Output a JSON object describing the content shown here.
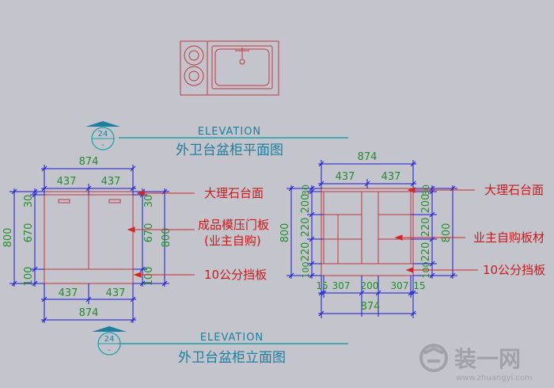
{
  "colors": {
    "background": "#c4c4cc",
    "dimension": "#1a1ad8",
    "dimension_text": "#1f8f2a",
    "object_line": "#c0393b",
    "annotation": "#cc1a1a",
    "leader": "#d02828",
    "title": "#1d7f9e",
    "title_line": "#1aa0a8",
    "watermark": "#9c9ca6"
  },
  "titles": {
    "plan": {
      "elevation_label": "ELEVATION",
      "title": "外卫台盆柜平面图",
      "symbol_number": "24",
      "symbol_sub": "-"
    },
    "elevation": {
      "elevation_label": "ELEVATION",
      "title": "外卫台盆柜立面图",
      "symbol_number": "24",
      "symbol_sub": "-"
    }
  },
  "left_drawing": {
    "width_total_top": "874",
    "width_split_top": [
      "437",
      "437"
    ],
    "width_split_bottom": [
      "437",
      "437"
    ],
    "width_total_bottom": "874",
    "height_total": "800",
    "heights": [
      "30",
      "670",
      "100"
    ],
    "annotations": [
      "大理石台面",
      "成品模压门板",
      "(业主自购)",
      "10公分挡板"
    ]
  },
  "right_drawing": {
    "width_total_top": "874",
    "width_split_top": [
      "437",
      "437"
    ],
    "width_bottom_segments": [
      "15",
      "307",
      "200",
      "307",
      "15"
    ],
    "width_total_bottom": "874",
    "height_total": "800",
    "heights": [
      "30",
      "200",
      "220",
      "220",
      "100"
    ],
    "annotations": [
      "大理石台面",
      "业主自购板材",
      "10公分挡板"
    ]
  },
  "watermark": {
    "brand": "装一网",
    "url": "www.zhuangyi.com"
  }
}
